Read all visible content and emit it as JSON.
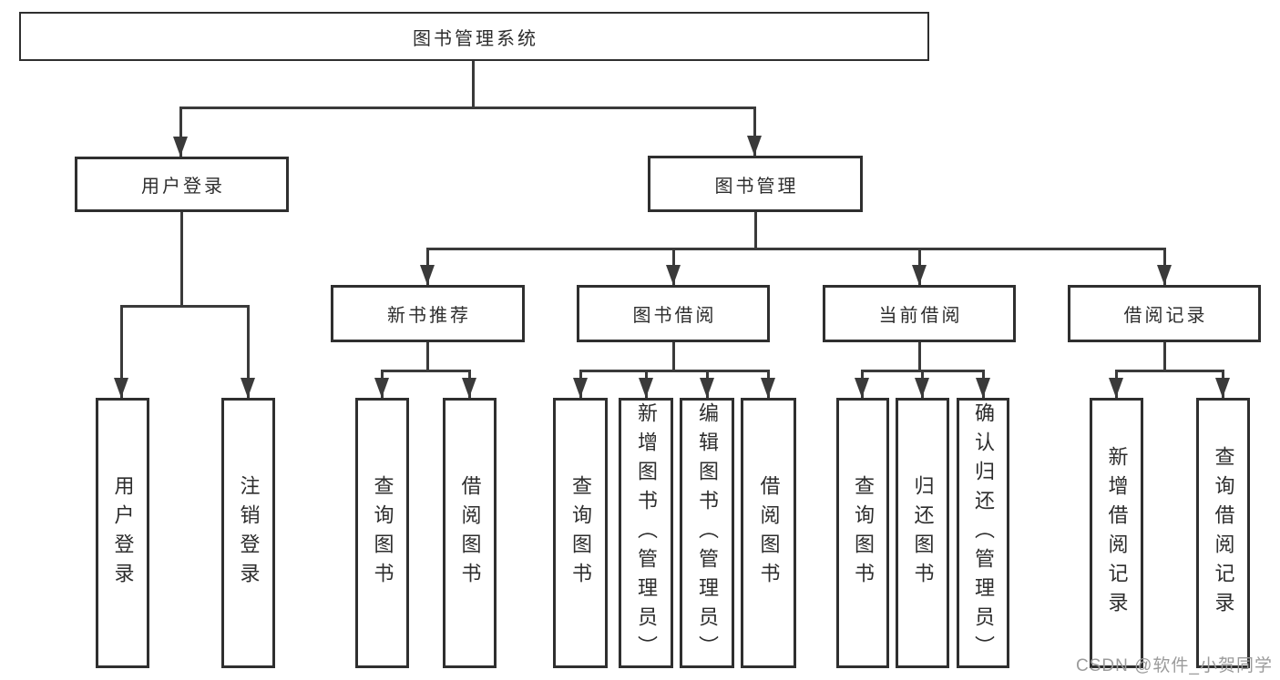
{
  "diagram": {
    "background": "#ffffff",
    "line_color": "#3a3a3a",
    "box_border_color": "#2f2f2f",
    "box_fill": "#ffffff",
    "text_color": "#2d2d2d",
    "nodes": [
      {
        "id": "root",
        "label": "图书管理系统",
        "level": 1,
        "parent": null
      },
      {
        "id": "user-login",
        "label": "用户登录",
        "level": 2,
        "parent": "root"
      },
      {
        "id": "book-mgmt",
        "label": "图书管理",
        "level": 2,
        "parent": "root"
      },
      {
        "id": "new-book-rec",
        "label": "新书推荐",
        "level": 3,
        "parent": "book-mgmt"
      },
      {
        "id": "book-borrow",
        "label": "图书借阅",
        "level": 3,
        "parent": "book-mgmt"
      },
      {
        "id": "current-borrow",
        "label": "当前借阅",
        "level": 3,
        "parent": "book-mgmt"
      },
      {
        "id": "borrow-records",
        "label": "借阅记录",
        "level": 3,
        "parent": "book-mgmt"
      },
      {
        "id": "leaf-user-login",
        "label": "用户登录",
        "level": 4,
        "parent": "user-login"
      },
      {
        "id": "leaf-logout",
        "label": "注销登录",
        "level": 4,
        "parent": "user-login"
      },
      {
        "id": "leaf-query-books-1",
        "label": "查询图书",
        "level": 4,
        "parent": "new-book-rec"
      },
      {
        "id": "leaf-borrow-books-1",
        "label": "借阅图书",
        "level": 4,
        "parent": "new-book-rec"
      },
      {
        "id": "leaf-query-books-2",
        "label": "查询图书",
        "level": 4,
        "parent": "book-borrow"
      },
      {
        "id": "leaf-add-books-admin",
        "label": "新增图书（管理员）",
        "level": 4,
        "parent": "book-borrow"
      },
      {
        "id": "leaf-edit-books-admin",
        "label": "编辑图书（管理员）",
        "level": 4,
        "parent": "book-borrow"
      },
      {
        "id": "leaf-borrow-books-2",
        "label": "借阅图书",
        "level": 4,
        "parent": "book-borrow"
      },
      {
        "id": "leaf-query-books-3",
        "label": "查询图书",
        "level": 4,
        "parent": "current-borrow"
      },
      {
        "id": "leaf-return-books",
        "label": "归还图书",
        "level": 4,
        "parent": "current-borrow"
      },
      {
        "id": "leaf-confirm-return-admin",
        "label": "确认归还（管理员）",
        "level": 4,
        "parent": "current-borrow"
      },
      {
        "id": "leaf-add-borrow-record",
        "label": "新增借阅记录",
        "level": 4,
        "parent": "borrow-records"
      },
      {
        "id": "leaf-query-borrow-record",
        "label": "查询借阅记录",
        "level": 4,
        "parent": "borrow-records"
      }
    ],
    "watermark": {
      "text": "CSDN @软件_小贺同学",
      "color": "#9b9b9b"
    }
  }
}
